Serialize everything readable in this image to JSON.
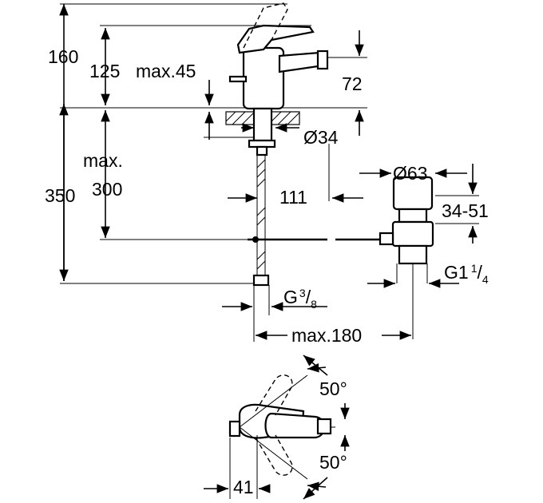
{
  "dimensions": {
    "d160": "160",
    "d125": "125",
    "max45": "max.45",
    "d72": "72",
    "d34": "Ø34",
    "max": "max.",
    "d350": "350",
    "d300": "300",
    "d111": "111",
    "d63": "Ø63",
    "d3451": "34-51",
    "g114_main": "G1",
    "g114_num": "1",
    "g114_den": "4",
    "g38_main": "G",
    "g38_num": "3",
    "g38_den": "8",
    "max180": "max.180",
    "angle_top": "50°",
    "angle_bottom": "50°",
    "d41": "41"
  }
}
